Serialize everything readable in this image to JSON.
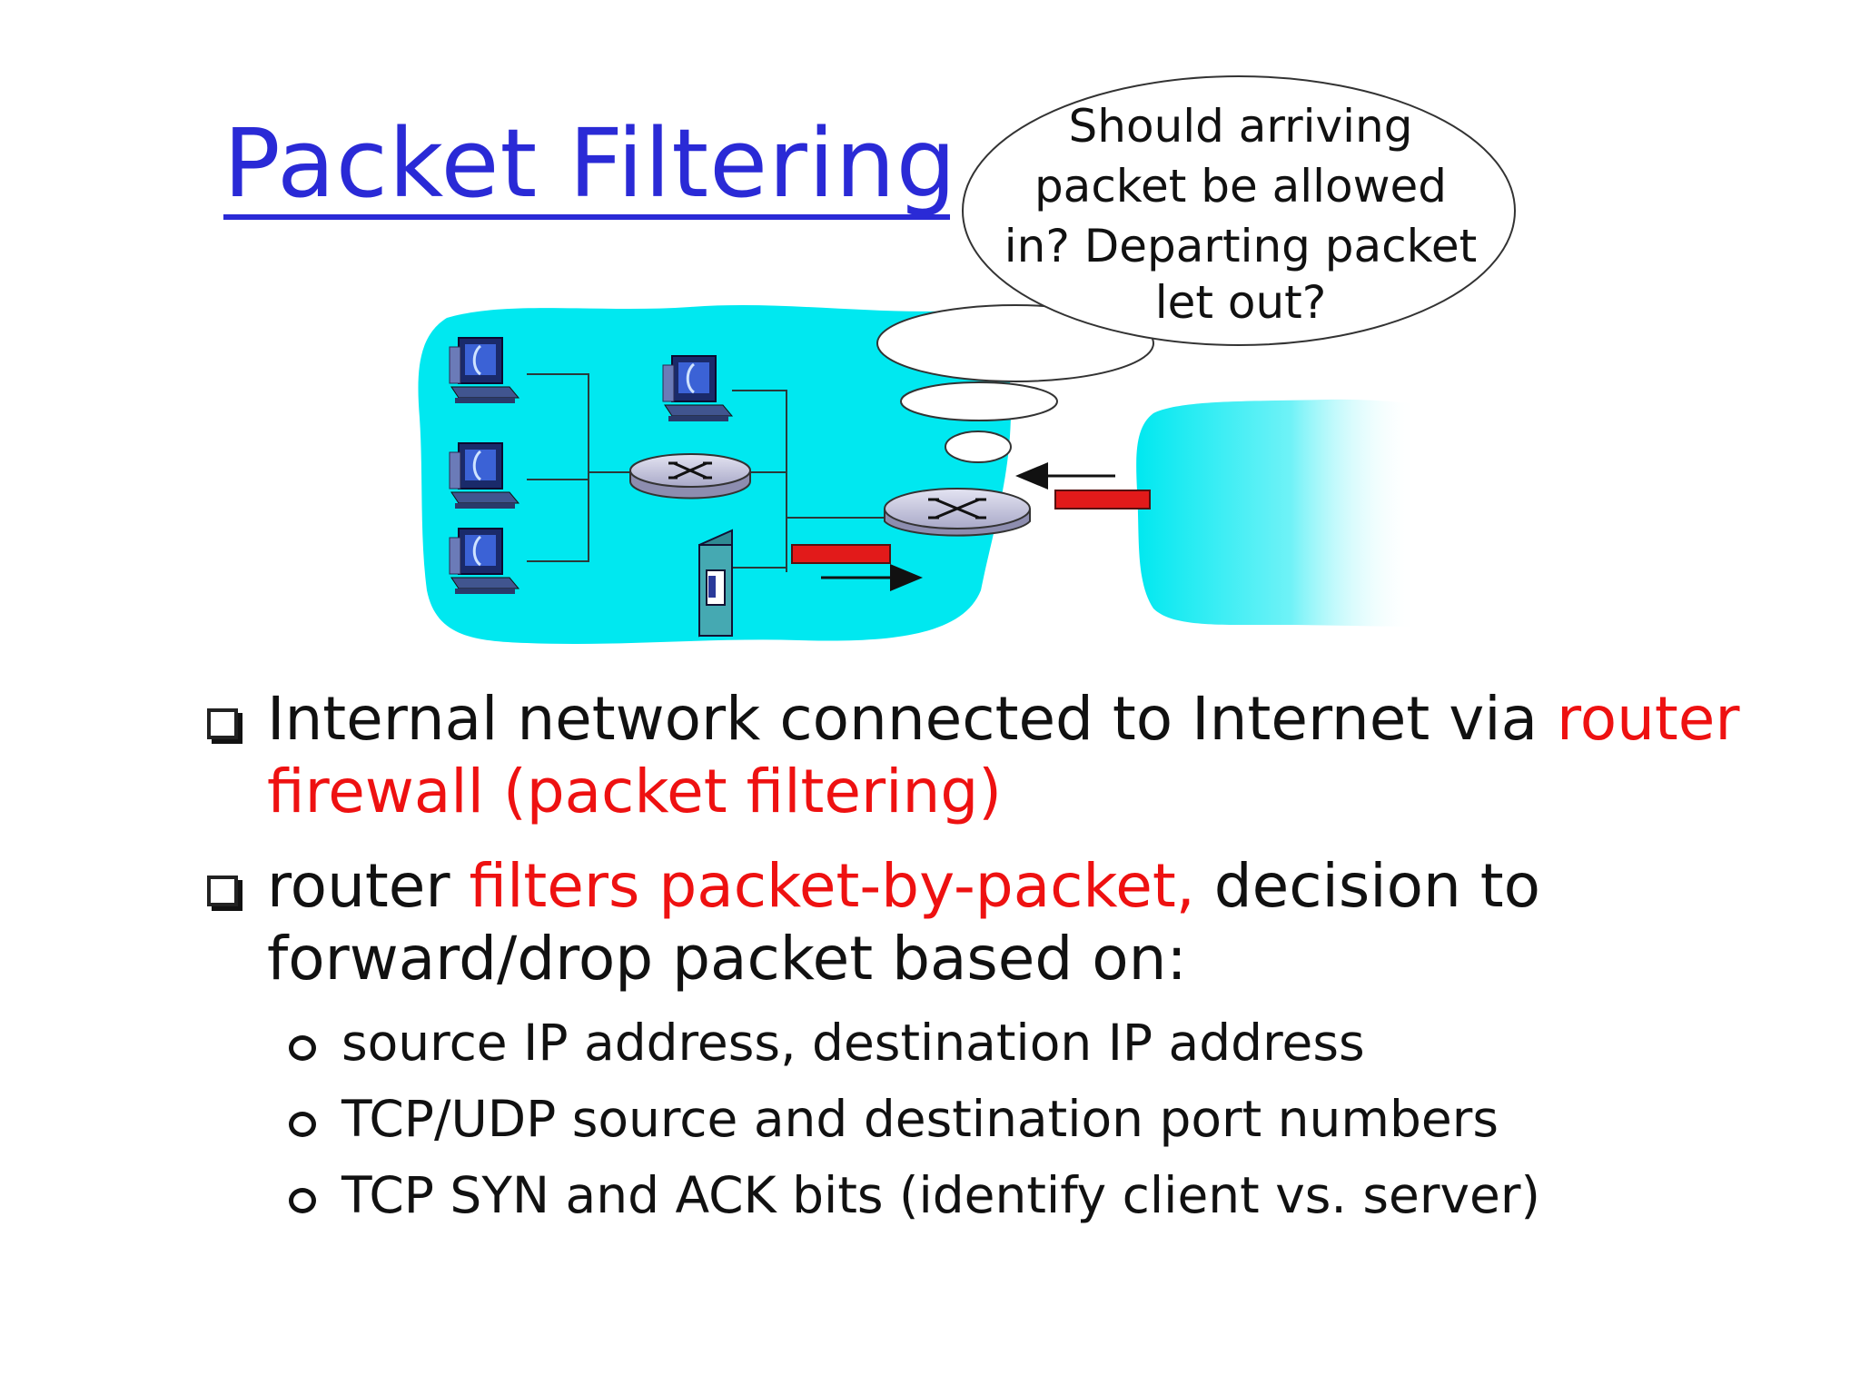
{
  "title": "Packet Filtering",
  "thought_bubble": {
    "lines": [
      "Should arriving",
      "packet be allowed",
      "in? Departing packet",
      "let out?"
    ]
  },
  "bullets": [
    {
      "parts": [
        {
          "text": "Internal network connected to Internet via ",
          "color": "black"
        },
        {
          "text": "router firewall (packet filtering)",
          "color": "red"
        }
      ]
    },
    {
      "parts": [
        {
          "text": "router ",
          "color": "black"
        },
        {
          "text": "filters packet-by-packet,",
          "color": "red"
        },
        {
          "text": " decision to forward/drop packet based on:",
          "color": "black"
        }
      ],
      "sub_items": [
        "source IP address, destination IP address",
        "TCP/UDP source and destination port numbers",
        "TCP SYN and ACK bits (identify client vs. server)"
      ]
    }
  ],
  "colors": {
    "title": "#2a2ad6",
    "highlight": "#ee1111",
    "network_cloud": "#00e8f0",
    "packet": "#e21a1a"
  },
  "icons": [
    "computer-icon",
    "router-icon",
    "firewall-server-icon",
    "packet-icon",
    "arrow-icon",
    "checkbox-bullet-icon",
    "circle-bullet-icon"
  ]
}
